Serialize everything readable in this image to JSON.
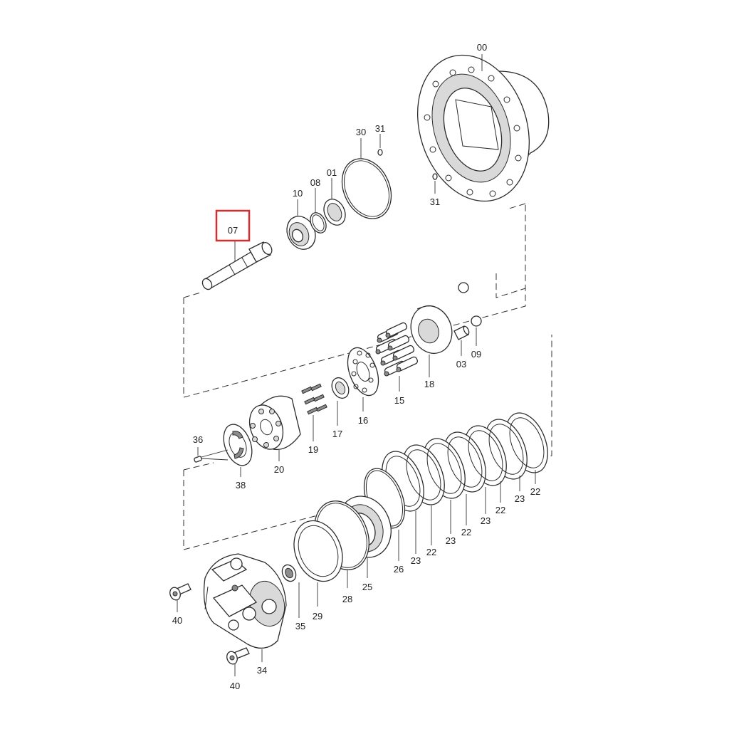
{
  "highlight": {
    "label": "07",
    "color": "#d32f2f"
  },
  "labels": {
    "p00": "00",
    "p30": "30",
    "p31a": "31",
    "p31b": "31",
    "p10": "10",
    "p08": "08",
    "p01": "01",
    "p18": "18",
    "p03": "03",
    "p09": "09",
    "p15": "15",
    "p16": "16",
    "p17": "17",
    "p19": "19",
    "p20": "20",
    "p36": "36",
    "p38": "38",
    "p22a": "22",
    "p22b": "22",
    "p22c": "22",
    "p22d": "22",
    "p23a": "23",
    "p23b": "23",
    "p23c": "23",
    "p23d": "23",
    "p26": "26",
    "p25": "25",
    "p28": "28",
    "p29": "29",
    "p35": "35",
    "p34": "34",
    "p40a": "40",
    "p40b": "40"
  }
}
